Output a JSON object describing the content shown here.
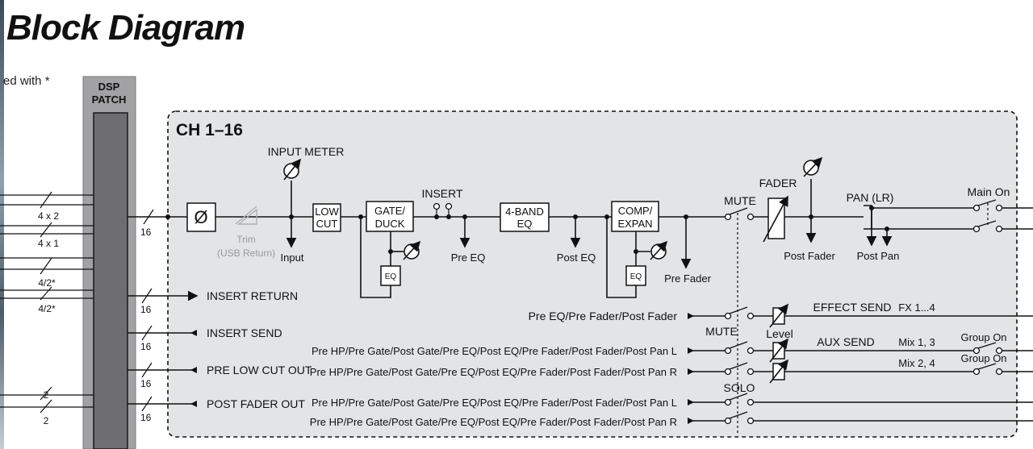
{
  "title": "Block Diagram",
  "note_fragment": "ed with *",
  "dsp_patch": {
    "line1": "DSP",
    "line2": "PATCH"
  },
  "channel_label": "CH 1–16",
  "left_labels": {
    "l1": "4 x 2",
    "l2": "4 x 1",
    "l3": "4/2*",
    "l4": "4/2*",
    "l5": "2",
    "l6": "2"
  },
  "bus_counts": {
    "main": "16",
    "insert_return": "16",
    "insert_send": "16",
    "pre_low_cut": "16",
    "post_fader": "16"
  },
  "io": {
    "insert_return": "INSERT RETURN",
    "insert_send": "INSERT SEND",
    "pre_low_cut_out": "PRE LOW CUT OUT",
    "post_fader_out": "POST FADER OUT"
  },
  "blocks": {
    "phase": "Ø",
    "trim": "Trim",
    "trim_sub": "(USB Return)",
    "input_meter": "INPUT METER",
    "input_tap": "Input",
    "low_cut_1": "LOW",
    "low_cut_2": "CUT",
    "gate_1": "GATE/",
    "gate_2": "DUCK",
    "gate_eq": "EQ",
    "insert": "INSERT",
    "pre_eq": "Pre EQ",
    "eq_1": "4-BAND",
    "eq_2": "EQ",
    "post_eq": "Post EQ",
    "comp_1": "COMP/",
    "comp_2": "EXPAN",
    "comp_eq": "EQ",
    "pre_fader": "Pre Fader",
    "mute": "MUTE",
    "fader": "FADER",
    "post_fader": "Post Fader",
    "pan": "PAN (LR)",
    "post_pan": "Post Pan",
    "main_on": "Main On"
  },
  "sends": {
    "effect_source": "Pre EQ/Pre Fader/Post Fader",
    "mute2": "MUTE",
    "level": "Level",
    "effect_send": "EFFECT SEND",
    "fx": "FX 1...4",
    "aux_source_l": "Pre HP/Pre Gate/Post Gate/Pre EQ/Post EQ/Pre Fader/Post Fader/Post Pan L",
    "aux_source_r": "Pre HP/Pre Gate/Post Gate/Pre EQ/Post EQ/Pre Fader/Post Fader/Post Pan R",
    "aux_send": "AUX SEND",
    "mix13": "Mix 1, 3",
    "mix24": "Mix 2, 4",
    "group_on_1": "Group On",
    "group_on_2": "Group On",
    "solo": "SOLO",
    "solo_source_l": "Pre HP/Pre Gate/Post Gate/Pre EQ/Post EQ/Pre Fader/Post Fader/Post Pan L",
    "solo_source_r": "Pre HP/Pre Gate/Post Gate/Pre EQ/Post EQ/Pre Fader/Post Fader/Post Pan R"
  }
}
